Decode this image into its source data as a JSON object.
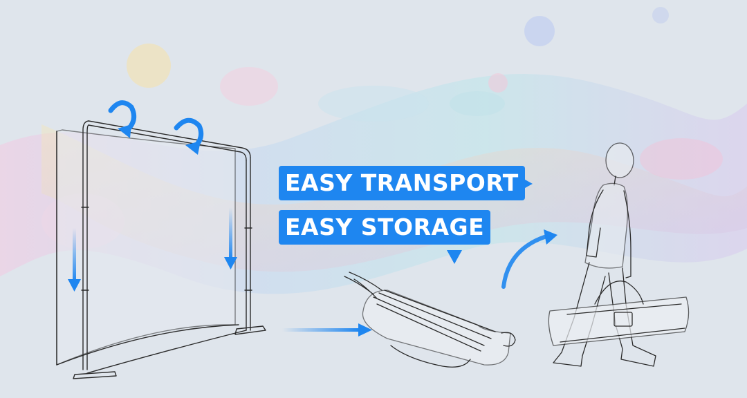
{
  "labels": {
    "transport": "EASY TRANSPORT",
    "storage": "EASY STORAGE"
  },
  "colors": {
    "accent": "#1e86f0",
    "background": "#dfe5ec",
    "line_art": "#2a2a2a"
  },
  "icons": {
    "transport_pointer": "triangle-right",
    "storage_pointer": "triangle-down"
  }
}
